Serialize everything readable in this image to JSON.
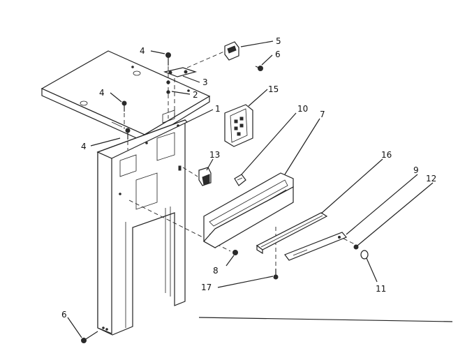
{
  "callouts": [
    {
      "id": "c1",
      "text": "1"
    },
    {
      "id": "c2",
      "text": "2"
    },
    {
      "id": "c3",
      "text": "3"
    },
    {
      "id": "c4a",
      "text": "4"
    },
    {
      "id": "c4b",
      "text": "4"
    },
    {
      "id": "c4c",
      "text": "4"
    },
    {
      "id": "c5",
      "text": "5"
    },
    {
      "id": "c6a",
      "text": "6"
    },
    {
      "id": "c6b",
      "text": "6"
    },
    {
      "id": "c7",
      "text": "7"
    },
    {
      "id": "c8",
      "text": "8"
    },
    {
      "id": "c9",
      "text": "9"
    },
    {
      "id": "c10",
      "text": "10"
    },
    {
      "id": "c11",
      "text": "11"
    },
    {
      "id": "c12",
      "text": "12"
    },
    {
      "id": "c13",
      "text": "13"
    },
    {
      "id": "c15",
      "text": "15"
    },
    {
      "id": "c16",
      "text": "16"
    },
    {
      "id": "c17",
      "text": "17"
    }
  ]
}
